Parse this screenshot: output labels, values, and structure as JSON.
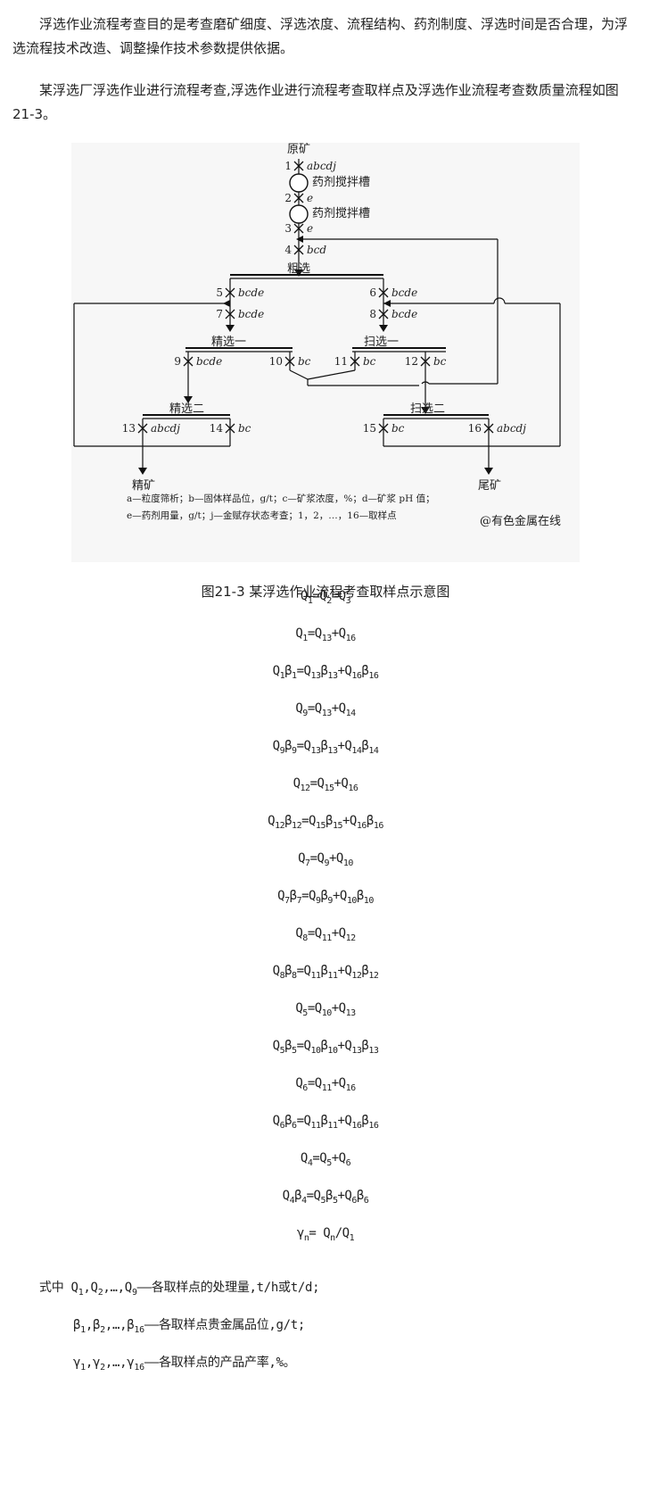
{
  "intro": {
    "p1": "浮选作业流程考查目的是考查磨矿细度、浮选浓度、流程结构、药剂制度、浮选时间是否合理，为浮选流程技术改造、调整操作技术参数提供依据。",
    "p2": "某浮选厂浮选作业进行流程考查,浮选作业进行流程考查取样点及浮选作业流程考查数质量流程如图21-3。"
  },
  "figure": {
    "caption": "图21-3 某浮选作业流程考查取样点示意图",
    "ore_in": "原矿",
    "tank_1": "药剂搅拌槽",
    "tank_2": "药剂搅拌槽",
    "rougher": "粗选",
    "cleaner_1": "精选一",
    "scavenger_1": "扫选一",
    "cleaner_2": "精选二",
    "scavenger_2": "扫选二",
    "concentrate": "精矿",
    "tailing": "尾矿",
    "points": [
      {
        "n": "1",
        "codes": "abcdj"
      },
      {
        "n": "2",
        "codes": "e"
      },
      {
        "n": "3",
        "codes": "e"
      },
      {
        "n": "4",
        "codes": "bcd"
      },
      {
        "n": "5",
        "codes": "bcde"
      },
      {
        "n": "6",
        "codes": "bcde"
      },
      {
        "n": "7",
        "codes": "bcde"
      },
      {
        "n": "8",
        "codes": "bcde"
      },
      {
        "n": "9",
        "codes": "bcde"
      },
      {
        "n": "10",
        "codes": "bc"
      },
      {
        "n": "11",
        "codes": "bc"
      },
      {
        "n": "12",
        "codes": "bc"
      },
      {
        "n": "13",
        "codes": "abcdj"
      },
      {
        "n": "14",
        "codes": "bc"
      },
      {
        "n": "15",
        "codes": "bc"
      },
      {
        "n": "16",
        "codes": "abcdj"
      }
    ],
    "legend_1": "a—粒度筛析；b—固体样品位，g/t；c—矿浆浓度，%；d—矿浆 pH 值；",
    "legend_2": "e—药剂用量，g/t；j—金赋存状态考查；1，2，…，16—取样点",
    "watermark": "@有色金属在线"
  },
  "equations": [
    "Q1=Q2=Q3",
    "Q1=Q13+Q16",
    "Q1β1=Q13β13+Q16β16",
    "Q9=Q13+Q14",
    "Q9β9=Q13β13+Q14β14",
    "Q12=Q15+Q16",
    "Q12β12=Q15β15+Q16β16",
    "Q7=Q9+Q10",
    "Q7β7=Q9β9+Q10β10",
    "Q8=Q11+Q12",
    "Q8β8=Q11β11+Q12β12",
    "Q5=Q10+Q13",
    "Q5β5=Q10β10+Q13β13",
    "Q6=Q11+Q16",
    "Q6β6=Q11β11+Q16β16",
    "Q4=Q5+Q6",
    "Q4β4=Q5β5+Q6β6",
    "γn= Qn/Q1"
  ],
  "definitions": {
    "prefix": "式中",
    "d1": "Q1,Q2,…,Q9——各取样点的处理量,t/h或t/d;",
    "d2": "β1,β2,…,β16——各取样点贵金属品位,g/t;",
    "d3": "γ1,γ2,…,γ16——各取样点的产品产率,%。"
  }
}
